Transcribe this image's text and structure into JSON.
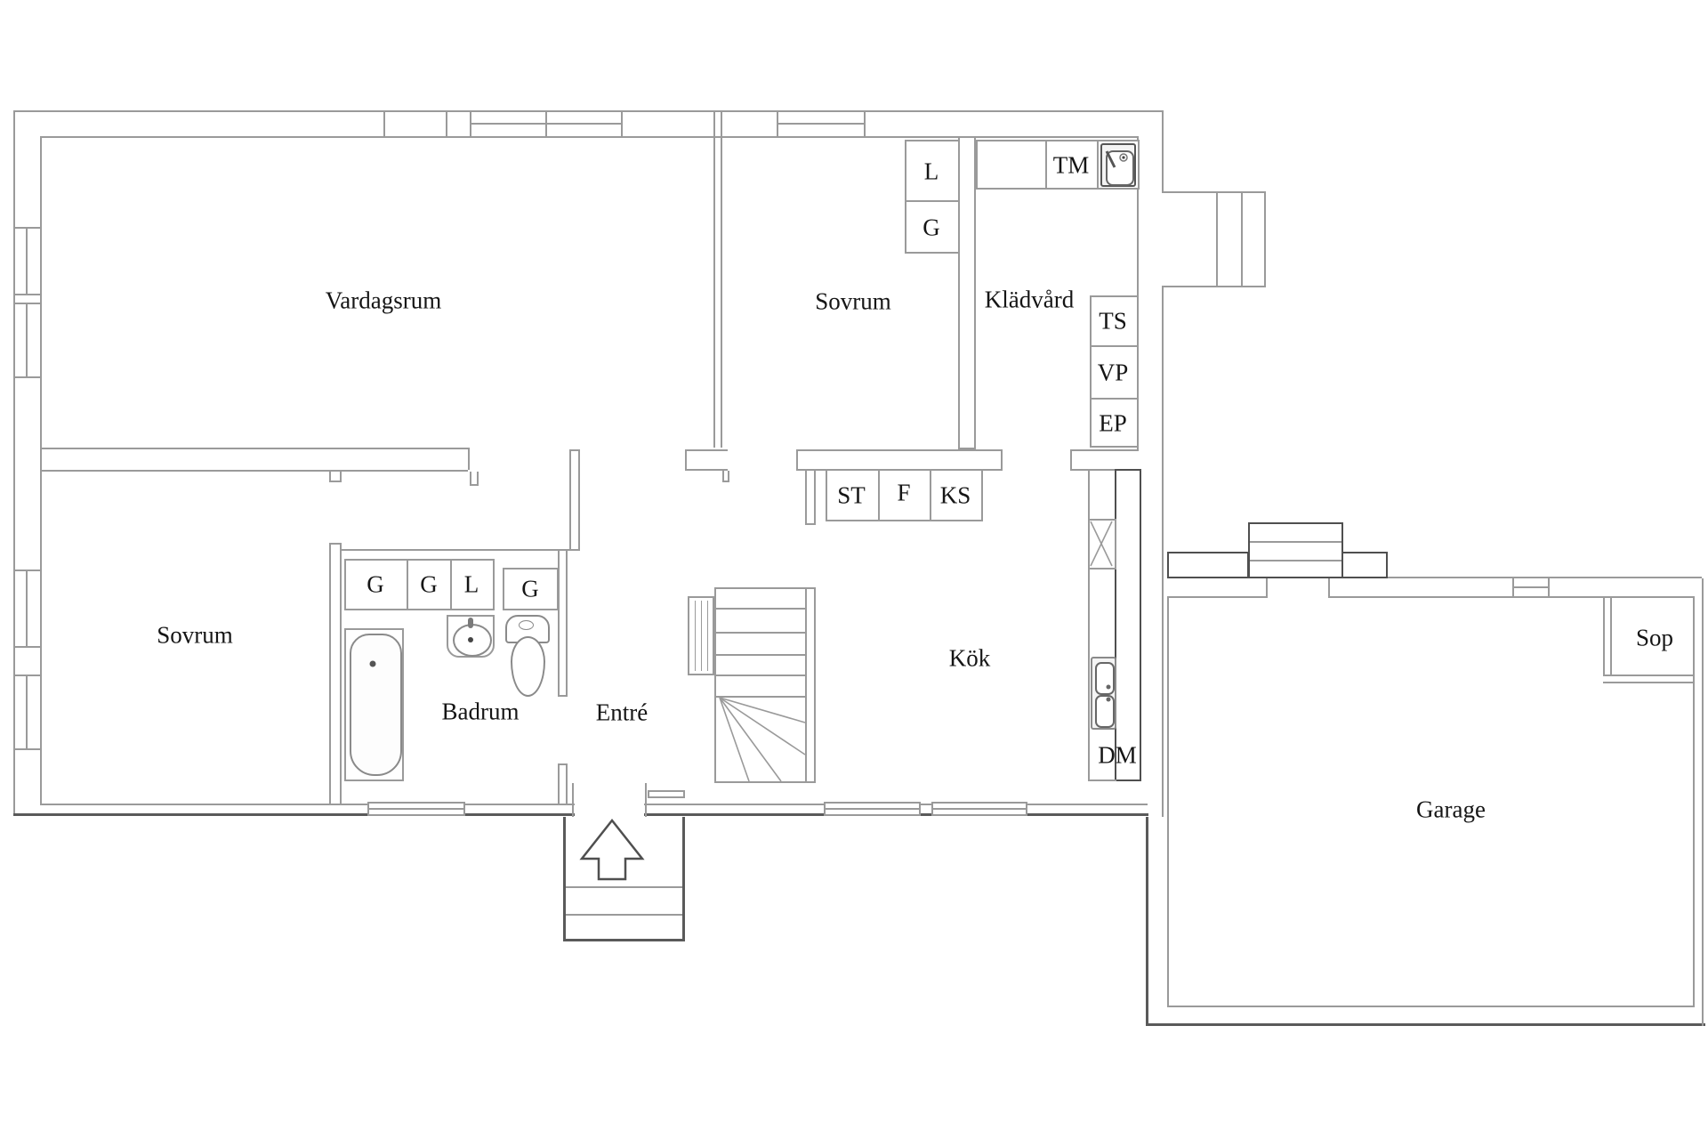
{
  "plan": {
    "type": "floor-plan",
    "language": "Swedish",
    "rooms": [
      {
        "id": "vardagsrum",
        "label": "Vardagsrum"
      },
      {
        "id": "sovrum-top",
        "label": "Sovrum"
      },
      {
        "id": "kladvard",
        "label": "Klädvård"
      },
      {
        "id": "sovrum-bottom",
        "label": "Sovrum"
      },
      {
        "id": "badrum",
        "label": "Badrum"
      },
      {
        "id": "entre",
        "label": "Entré"
      },
      {
        "id": "kok",
        "label": "Kök"
      },
      {
        "id": "garage",
        "label": "Garage"
      },
      {
        "id": "sop",
        "label": "Sop"
      }
    ],
    "fixtures": [
      {
        "id": "closet-l-sovrum-top",
        "label": "L"
      },
      {
        "id": "closet-g-sovrum-top",
        "label": "G"
      },
      {
        "id": "washing-machine",
        "label": "TM"
      },
      {
        "id": "dryer",
        "label": "TS"
      },
      {
        "id": "heat-pump",
        "label": "VP"
      },
      {
        "id": "electrical-panel",
        "label": "EP"
      },
      {
        "id": "pantry",
        "label": "ST"
      },
      {
        "id": "fridge",
        "label": "F"
      },
      {
        "id": "freezer",
        "label": "KS"
      },
      {
        "id": "closet-g1",
        "label": "G"
      },
      {
        "id": "closet-g2",
        "label": "G"
      },
      {
        "id": "closet-l-hall",
        "label": "L"
      },
      {
        "id": "closet-g3",
        "label": "G"
      },
      {
        "id": "dishwasher",
        "label": "DM"
      }
    ],
    "icons": [
      "laundry-sink-icon",
      "kitchen-double-sink-icon",
      "bathtub-icon",
      "washbasin-icon",
      "toilet-icon",
      "stairs-icon",
      "radiator-icon",
      "entrance-arrow-icon",
      "corner-cabinet-icon"
    ],
    "entrance": {
      "arrow_direction": "up"
    },
    "colors": {
      "line": "#9a9a9a",
      "dark_line": "#5a5a5a",
      "text": "#151515",
      "background": "#ffffff"
    }
  }
}
